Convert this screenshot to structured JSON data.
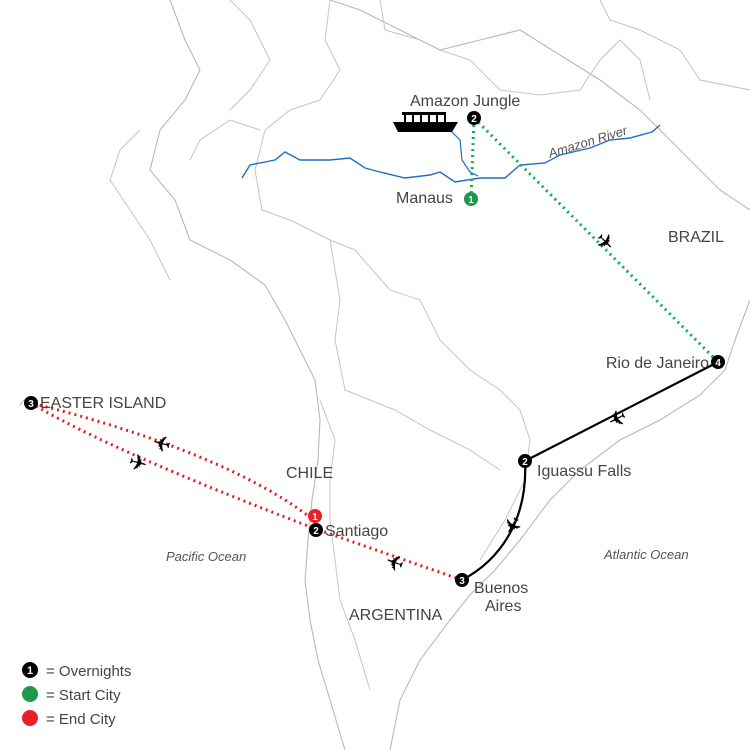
{
  "map": {
    "cities": {
      "amazon_jungle": {
        "label": "Amazon Jungle",
        "nights": "2"
      },
      "manaus": {
        "label": "Manaus",
        "nights": "1"
      },
      "rio": {
        "label": "Rio de Janeiro",
        "nights": "4"
      },
      "iguassu": {
        "label": "Iguassu Falls",
        "nights": "2"
      },
      "buenos_aires": {
        "label_line1": "Buenos",
        "label_line2": "Aires",
        "nights": "3"
      },
      "santiago": {
        "label": "Santiago",
        "nights": "2",
        "end_marker": "1"
      },
      "easter_island": {
        "label": "EASTER ISLAND",
        "nights": "3"
      }
    },
    "countries": {
      "brazil": "BRAZIL",
      "chile": "CHILE",
      "argentina": "ARGENTINA"
    },
    "water": {
      "pacific": "Pacific Ocean",
      "atlantic": "Atlantic Ocean",
      "river": "Amazon River"
    },
    "icons": {
      "plane": "airplane-icon",
      "boat": "riverboat-icon"
    }
  },
  "legend": {
    "overnights": {
      "symbol": "1",
      "label": "= Overnights"
    },
    "start": {
      "label": "= Start City"
    },
    "end": {
      "label": "= End City"
    }
  },
  "colors": {
    "start": "#1a9a4a",
    "end": "#e8202a",
    "overnight": "#000000",
    "river": "#1f6fc4",
    "green_route": "#1aa84a",
    "red_route": "#e02020"
  }
}
